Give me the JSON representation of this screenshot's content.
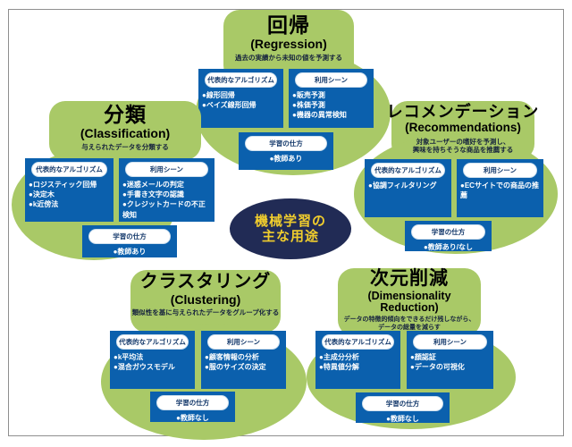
{
  "center": {
    "lines": [
      "機械学習の",
      "主な用途"
    ]
  },
  "labels": {
    "algorithms_header": "代表的なアルゴリズム",
    "usage_header": "利用シーン",
    "learning_header": "学習の仕方"
  },
  "colors": {
    "green": "#a9c967",
    "blue": "#0b60ad",
    "navy": "#212b55",
    "yellow": "#f0cd2d"
  },
  "blobs": [
    {
      "key": "regression",
      "title": "回帰",
      "subtitle_lines": [
        "(Regression)"
      ],
      "description_lines": [
        "過去の実績から未知の値を予測する"
      ],
      "algorithms": [
        "●線形回帰",
        "●ベイズ線形回帰"
      ],
      "usage": [
        "●販売予測",
        "●株価予測",
        "●機器の異常検知"
      ],
      "learning": "●教師あり"
    },
    {
      "key": "classification",
      "title": "分類",
      "subtitle_lines": [
        "(Classification)"
      ],
      "description_lines": [
        "与えられたデータを分類する"
      ],
      "algorithms": [
        "●ロジスティック回帰",
        "●決定木",
        "●k近傍法"
      ],
      "usage": [
        "●迷惑メールの判定",
        "●手書き文字の認識",
        "●クレジットカードの不正検知"
      ],
      "learning": "●教師あり"
    },
    {
      "key": "recommendation",
      "title": "レコメンデーション",
      "subtitle_lines": [
        "(Recommendations)"
      ],
      "description_lines": [
        "対象ユーザーの嗜好を予測し、",
        "興味を持ちそうな商品を推薦する"
      ],
      "algorithms": [
        "●協調フィルタリング"
      ],
      "usage": [
        "●ECサイトでの商品の推薦"
      ],
      "learning": "●教師あり/なし"
    },
    {
      "key": "clustering",
      "title": "クラスタリング",
      "subtitle_lines": [
        "(Clustering)"
      ],
      "description_lines": [
        "類似性を基に与えられたデータをグループ化する"
      ],
      "algorithms": [
        "●k平均法",
        "●混合ガウスモデル"
      ],
      "usage": [
        "●顧客情報の分析",
        "●服のサイズの決定"
      ],
      "learning": "●教師なし"
    },
    {
      "key": "dimensionality_reduction",
      "title": "次元削減",
      "subtitle_lines": [
        "(Dimensionality",
        "Reduction)"
      ],
      "description_lines": [
        "データの特徴的傾向をできるだけ残しながら、",
        "データの総量を減らす"
      ],
      "algorithms": [
        "●主成分分析",
        "●特異値分解"
      ],
      "usage": [
        "●顔認証",
        "●データの可視化"
      ],
      "learning": "●教師なし"
    }
  ]
}
